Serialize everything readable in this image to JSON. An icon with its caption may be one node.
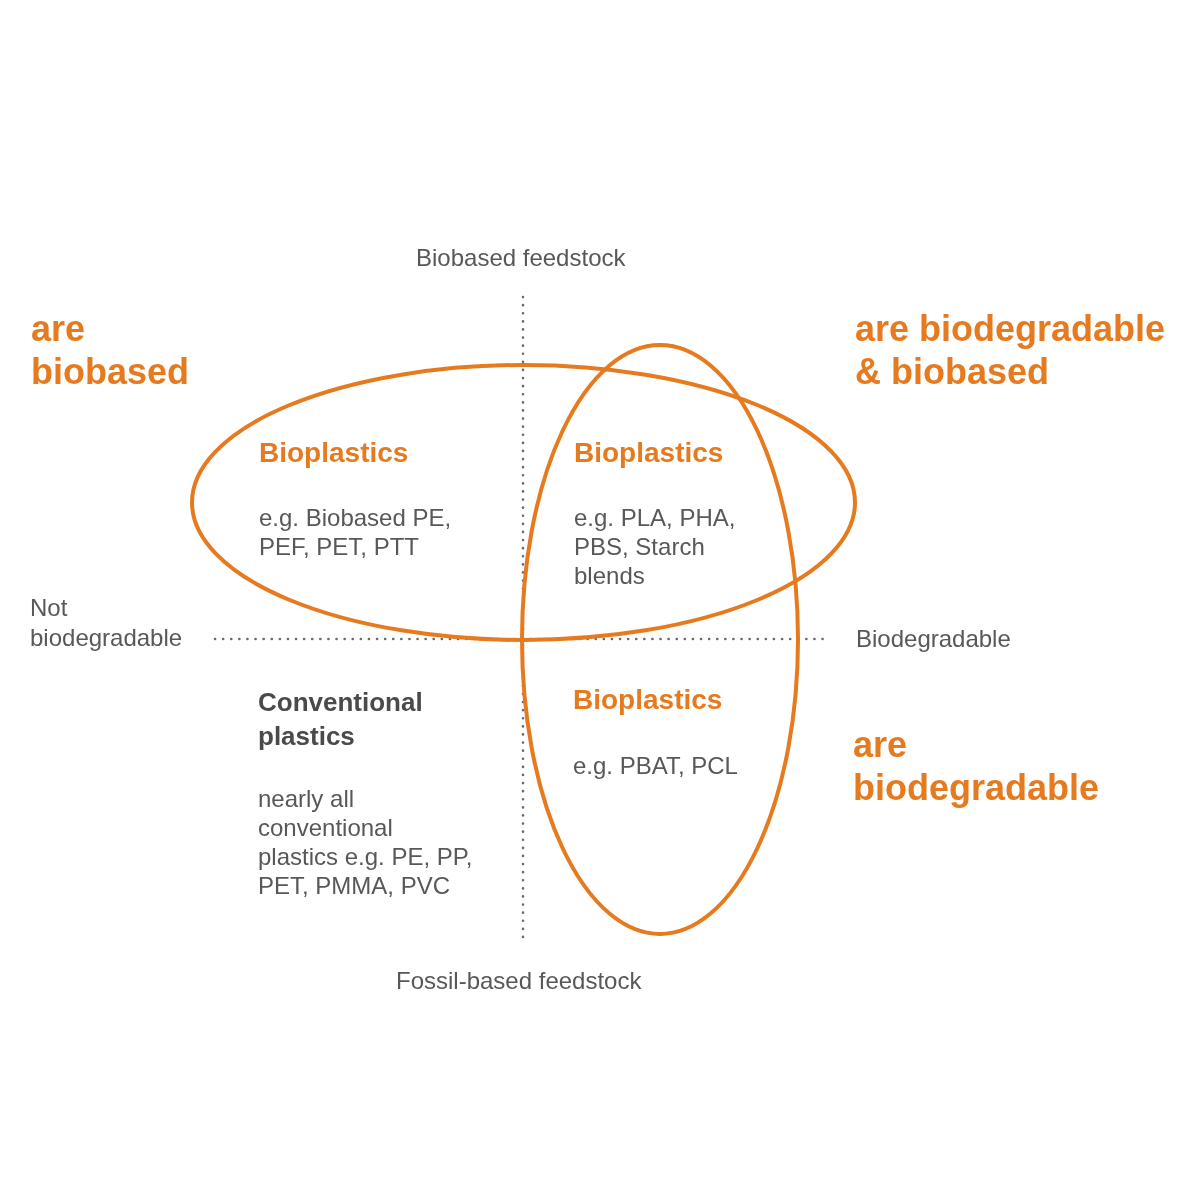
{
  "diagram": {
    "nodes": [
      {
        "text": [
          "Bioplastics",
          "e.g. Biobased PE, PEF, PET, PTT"
        ]
      },
      {
        "text": [
          "Bioplastics",
          "e.g. PBAT, PCL"
        ]
      },
      {
        "text": [
          "Bioplastics",
          "e.g. PLA, PHA, PBS, Starch blends"
        ]
      }
    ],
    "labels": [
      "Biobased feedstock",
      "are biobased",
      "are biodegradable & biobased",
      "Not biodegradable",
      "Biodegradable",
      "Conventional plastics",
      "are biodegradable",
      "nearly all conventional plastics e.g. PE, PP, PET, PMMA, PVC",
      "Fossil-based feedstock"
    ]
  }
}
